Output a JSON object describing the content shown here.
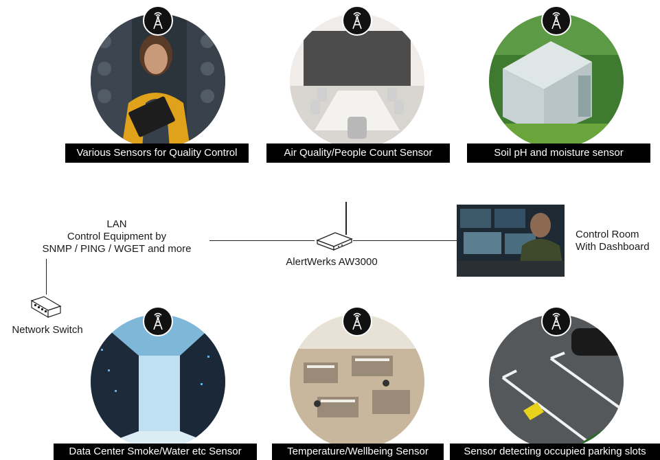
{
  "top_sensors": [
    {
      "caption": "Various Sensors for Quality Control",
      "scene": "Worker with clipboard in industrial storage"
    },
    {
      "caption": "Air Quality/People Count Sensor",
      "scene": "Conference room with long table"
    },
    {
      "caption": "Soil pH and moisture sensor",
      "scene": "Greenhouse in a garden"
    }
  ],
  "bottom_sensors": [
    {
      "caption": "Data Center Smoke/Water etc Sensor",
      "scene": "Server room aisle"
    },
    {
      "caption": "Temperature/Wellbeing Sensor",
      "scene": "Open plan office"
    },
    {
      "caption": "Sensor detecting occupied parking slots",
      "scene": "Parking lot with car"
    }
  ],
  "lan": {
    "line1": "LAN",
    "line2": "Control Equipment by",
    "line3": "SNMP / PING / WGET and more"
  },
  "router_label": "AlertWerks AW3000",
  "switch_label": "Network Switch",
  "control_room": {
    "line1": "Control Room",
    "line2": "With Dashboard"
  },
  "colors": {
    "badge": "#111111",
    "caption_bg": "#000000",
    "caption_text": "#ffffff"
  },
  "icons": {
    "badge": "antenna-tower-icon",
    "router": "router-icon",
    "switch": "network-switch-icon"
  }
}
